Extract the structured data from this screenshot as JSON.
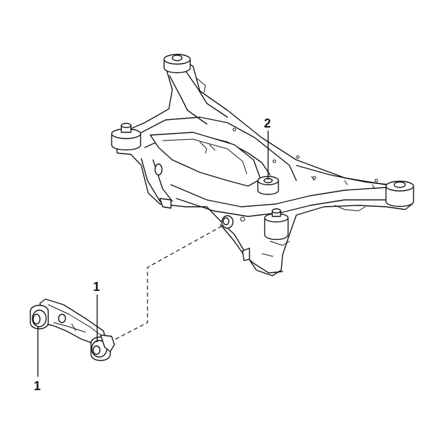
{
  "callouts": [
    {
      "label": "1"
    },
    {
      "label": "1"
    },
    {
      "label": "2"
    }
  ]
}
